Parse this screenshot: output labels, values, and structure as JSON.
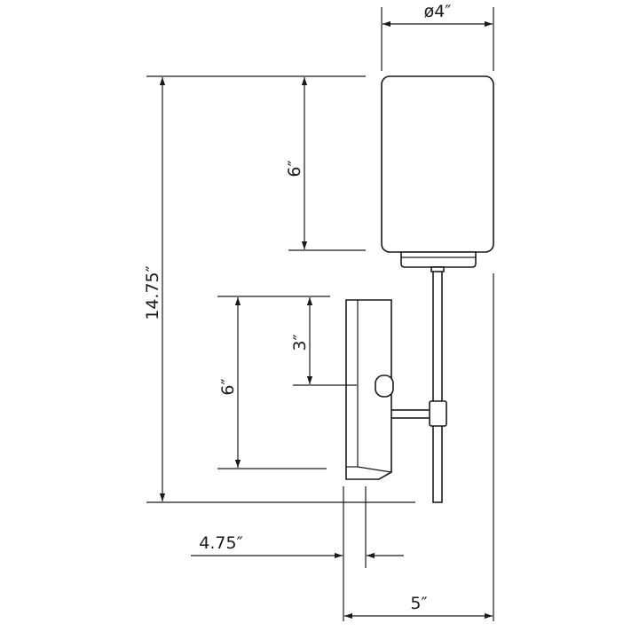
{
  "title": "",
  "colors": {
    "line": "#1a1a1a",
    "background": "#ffffff"
  },
  "dimensions": {
    "shade_diameter": "ø4″",
    "overall_height": "14.75″",
    "shade_height": "6″",
    "center_to_top_of_backplate": "3″",
    "backplate_height": "6″",
    "backplate_depth": "4.75″",
    "overall_extension": "5″"
  }
}
